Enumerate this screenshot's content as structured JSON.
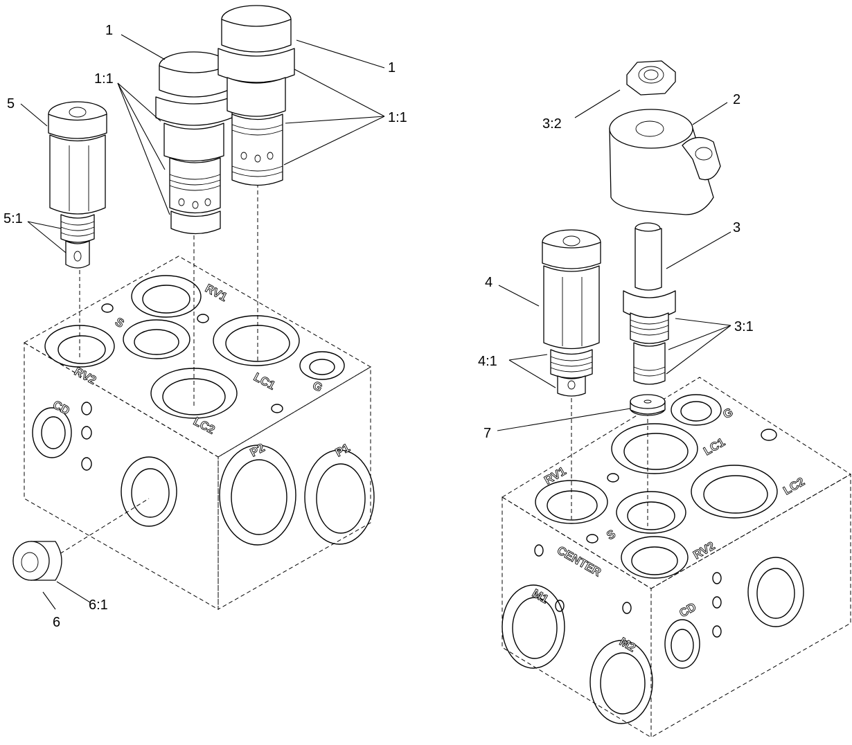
{
  "callouts": {
    "c1a": "1",
    "c1b": "1",
    "c11a": "1:1",
    "c11b": "1:1",
    "c5": "5",
    "c51": "5:1",
    "c6": "6",
    "c61": "6:1",
    "c2": "2",
    "c32": "3:2",
    "c3": "3",
    "c31": "3:1",
    "c4": "4",
    "c41": "4:1",
    "c7": "7"
  },
  "ports_left": {
    "rv1": "RV1",
    "s": "S",
    "rv2": "RV2",
    "lc1": "LC1",
    "lc2": "LC2",
    "g": "G",
    "cd": "CD",
    "p1": "P1",
    "p2": "P2"
  },
  "ports_right": {
    "g": "G",
    "lc1": "LC1",
    "lc2": "LC2",
    "rv1": "RV1",
    "s": "S",
    "rv2": "RV2",
    "center": "CENTER",
    "m1": "M1",
    "m2": "M2",
    "cd": "CD"
  }
}
